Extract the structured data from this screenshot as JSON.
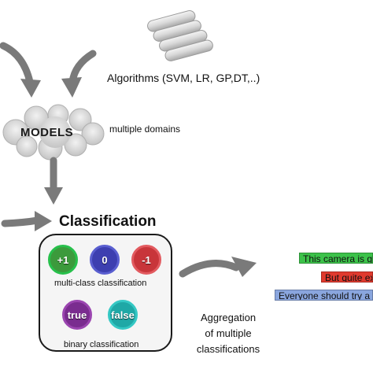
{
  "algorithms_label": "Algorithms (SVM, LR, GP,DT,..)",
  "models_label": "MODELS",
  "domains_label": "multiple domains",
  "classification_title": "Classification",
  "multi_class": {
    "values": [
      "+1",
      "0",
      "-1"
    ],
    "label": "multi-class classification"
  },
  "binary": {
    "values": [
      "true",
      "false"
    ],
    "label": "binary classification"
  },
  "aggregation": {
    "line1": "Aggregation",
    "line2": "of multiple",
    "line3": "classifications"
  },
  "reviews": [
    {
      "text": "This camera is g",
      "color": "#3cc24a"
    },
    {
      "text": "But quite ex",
      "color": "#e03a2e"
    },
    {
      "text": "Everyone should try a",
      "color": "#8aa6de"
    }
  ],
  "colors": {
    "positive": "#3c9a3c",
    "neutral": "#3d3fb0",
    "negative": "#c8353a",
    "binary_true": "#7a2c8f",
    "binary_false": "#1fa8a6",
    "arrow": "#7a7a7a"
  },
  "icons": [
    "cylinder-stack-icon",
    "gear-cloud-icon",
    "curved-arrow-icon"
  ]
}
